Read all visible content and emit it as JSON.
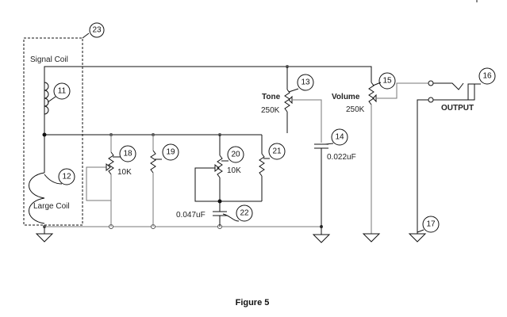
{
  "figure": {
    "caption": "Figure 5"
  },
  "labels": {
    "signal_coil": "Signal Coil",
    "large_coil": "Large Coil",
    "tone": "Tone",
    "tone_value": "250K",
    "volume": "Volume",
    "volume_value": "250K",
    "output": "OUTPUT",
    "pot18_value": "10K",
    "pot20_value": "10K",
    "cap14_value": "0.022uF",
    "cap22_value": "0.047uF"
  },
  "callouts": {
    "c11": "11",
    "c12": "12",
    "c13": "13",
    "c14": "14",
    "c15": "15",
    "c16": "16",
    "c17": "17",
    "c18": "18",
    "c19": "19",
    "c20": "20",
    "c21": "21",
    "c22": "22",
    "c23": "23"
  }
}
